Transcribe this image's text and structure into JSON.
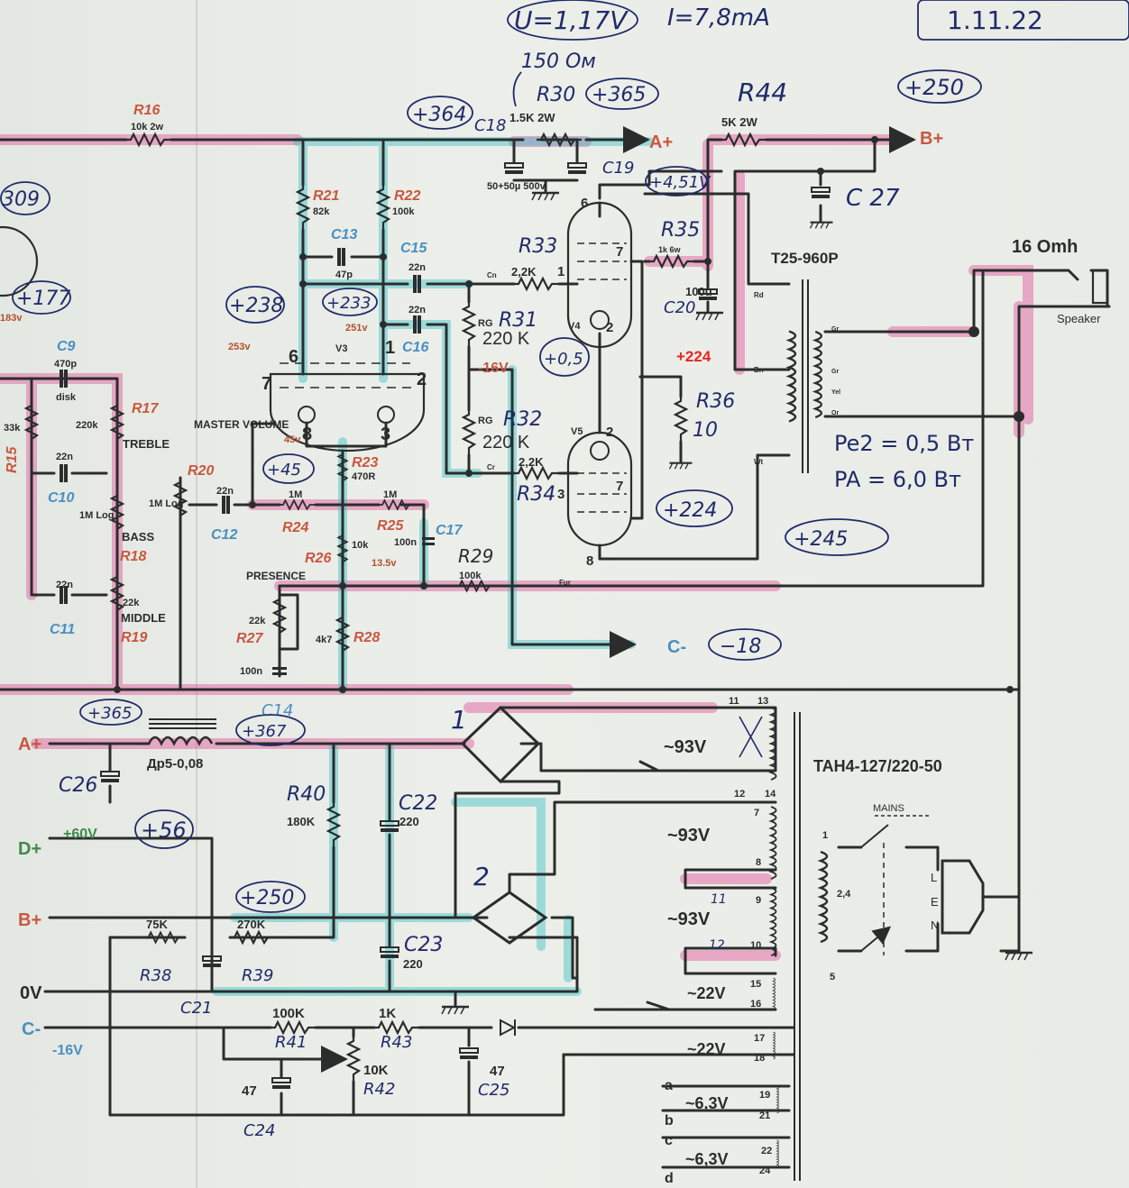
{
  "header": {
    "u_note": "U=1,17V",
    "i_note": "I=7,8mA",
    "date": "1.11.22",
    "r30_note": "150 Ом"
  },
  "rails": {
    "a_plus": "A+",
    "b_plus": "B+",
    "c_minus": "C-",
    "d_plus": "D+",
    "zero_v": "0V",
    "minus16": "-16V",
    "plus60": "+60V"
  },
  "preamp": {
    "r16": {
      "ref": "R16",
      "value": "10k 2w"
    },
    "r21": {
      "ref": "R21",
      "value": "82k"
    },
    "r22": {
      "ref": "R22",
      "value": "100k"
    },
    "c13": {
      "ref": "C13",
      "value": "47p"
    },
    "c15": {
      "ref": "C15",
      "value": "22n"
    },
    "c16": {
      "ref": "C16",
      "value": "22n"
    },
    "v3": {
      "ref": "V3",
      "pin6_voltage": "253v",
      "pin1_voltage": "251v",
      "cathode_voltage": "45v",
      "pins": [
        "6",
        "1",
        "7",
        "2",
        "8",
        "3"
      ]
    },
    "left_tube_voltage": "183v",
    "c9": {
      "ref": "C9",
      "value": "470p",
      "note": "disk"
    },
    "r15": {
      "ref": "R15",
      "value": "33k"
    },
    "r17": {
      "ref": "R17",
      "value": "220k",
      "name": "TREBLE"
    },
    "master": "MASTER VOLUME",
    "r20": {
      "ref": "R20",
      "value": "1M Log"
    },
    "c10": {
      "ref": "C10",
      "value": "22n"
    },
    "c12": {
      "ref": "C12",
      "value": "22n"
    },
    "r24": {
      "ref": "R24",
      "value": "1M"
    },
    "r25": {
      "ref": "R25",
      "value": "1M"
    },
    "r23": {
      "ref": "R23",
      "value": "470R"
    },
    "r18": {
      "ref": "R18",
      "value": "1M Log",
      "name": "BASS"
    },
    "c11": {
      "ref": "C11",
      "value": "22n"
    },
    "r19": {
      "ref": "R19",
      "value": "22k",
      "name": "MIDDLE"
    },
    "r26": {
      "ref": "R26",
      "value": "10k",
      "voltage": "13.5v"
    },
    "c17": {
      "ref": "C17",
      "value": "100n"
    },
    "r29": {
      "ref": "R29",
      "value": "100k"
    },
    "presence": "PRESENCE",
    "r27": {
      "ref": "R27",
      "value": "22k"
    },
    "r28": {
      "ref": "R28",
      "value": "4k7"
    },
    "c_presence": "100n"
  },
  "power_amp": {
    "r30": {
      "ref": "R30",
      "value": "1.5K 2W"
    },
    "c18": "C18",
    "c19": "C19",
    "c18_19_value": "50+50µ 500v",
    "r44": {
      "ref": "R44",
      "value": "5K 2W"
    },
    "c27": "C 27",
    "r33": {
      "ref": "R33",
      "value": "2,2K"
    },
    "r31": {
      "ref": "R31",
      "prefix": "RG",
      "value": "220 K"
    },
    "r32": {
      "ref": "R32",
      "prefix": "RG",
      "value": "220 K"
    },
    "r34": {
      "ref": "R34",
      "value": "2,2K"
    },
    "r35": {
      "ref": "R35",
      "value": "1k 6w"
    },
    "c20": {
      "ref": "C20",
      "value": "100u"
    },
    "r36": {
      "ref": "R36",
      "value": "10"
    },
    "v4": {
      "ref": "V4",
      "pins": [
        "6",
        "7",
        "1",
        "2"
      ]
    },
    "v5": {
      "ref": "V5",
      "pins": [
        "2",
        "7",
        "3",
        "8"
      ]
    },
    "screen_voltage": "+224",
    "grid_label_1": "Cn",
    "grid_label_2": "Cr",
    "fb_label": "Fur",
    "output_transformer": "T25-960P",
    "ot_taps": [
      "Rd",
      "Bn",
      "Wt",
      "Gr",
      "Gr",
      "Yel",
      "Or"
    ],
    "speaker_impedance": "16 Omh",
    "speaker": "Speaker"
  },
  "measurements": {
    "b364": "+364",
    "r30_out": "+365",
    "b250": "+250",
    "r35_drop": "+4,51V",
    "v309": "309",
    "v177": "+177",
    "v238": "+238",
    "v233": "+233",
    "v45": "+45",
    "v05": "+0,5",
    "v224": "+224",
    "v245": "+245",
    "c_minus": "−18",
    "pe2": "Pe2 = 0,5 Вт",
    "pa": "PA = 6,0 Вт",
    "psu_a": "+365",
    "psu_367": "+367",
    "psu_56": "+56",
    "psu_250": "+250"
  },
  "psu": {
    "choke": "Др5-0,08",
    "c14": "C14",
    "c26": "C26",
    "r40": {
      "ref": "R40",
      "value": "180K"
    },
    "c22": {
      "ref": "C22",
      "value": "220"
    },
    "c23": {
      "ref": "C23",
      "value": "220"
    },
    "bridge1": "1",
    "bridge2": "2",
    "r38": {
      "ref": "R38",
      "value": "75K"
    },
    "r39": {
      "ref": "R39",
      "value": "270K"
    },
    "c21": "C21",
    "r41": {
      "ref": "R41",
      "value": "100K"
    },
    "r43": {
      "ref": "R43",
      "value": "1K"
    },
    "r42": {
      "ref": "R42",
      "value": "10K"
    },
    "c24": {
      "ref": "C24",
      "value": "47"
    },
    "c25": {
      "ref": "C25",
      "value": "47"
    },
    "mains_transformer": "TAH4-127/220-50",
    "mains": "MAINS",
    "windings": [
      {
        "voltage": "~93V",
        "pins": [
          "11",
          "13",
          "12",
          "14"
        ]
      },
      {
        "voltage": "~93V",
        "pins": [
          "7",
          "8"
        ]
      },
      {
        "voltage": "~93V",
        "pins": [
          "9",
          "10"
        ]
      },
      {
        "voltage": "~22V",
        "pins": [
          "15",
          "16"
        ]
      },
      {
        "voltage": "~22V",
        "pins": [
          "17",
          "18"
        ]
      },
      {
        "voltage": "~6,3V",
        "pins": [
          "19",
          "21"
        ]
      },
      {
        "voltage": "~6,3V",
        "pins": [
          "22",
          "24"
        ]
      }
    ],
    "heater_leads": [
      "a",
      "b",
      "c",
      "d"
    ],
    "jumper_pins": [
      "11",
      "12"
    ],
    "primary_pins": [
      "1",
      "2,4",
      "5"
    ],
    "inlet": [
      "L",
      "E",
      "N"
    ]
  },
  "colors": {
    "paper": "#e9ece6",
    "wire": "#2a2d2c",
    "ref_red": "#c9573f",
    "ref_blue": "#4a8fc2",
    "pen": "#1f2b6a",
    "pink_marker": "#e0559a",
    "cyan_marker": "#3cc0c8"
  }
}
